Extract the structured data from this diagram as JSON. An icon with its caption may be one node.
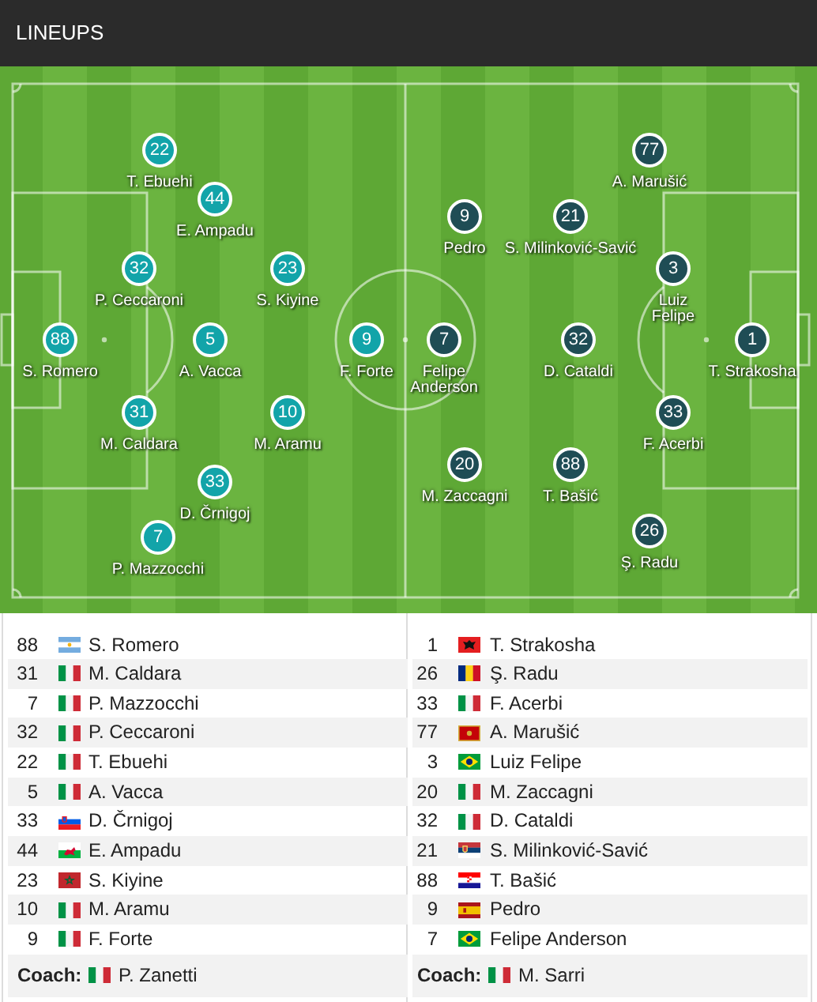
{
  "diagram": {
    "title": "LINEUPS",
    "nodes": [
      {
        "text": [
          "22"
        ],
        "beside": [
          "T. Ebuehi"
        ]
      },
      {
        "text": [
          "77"
        ],
        "beside": [
          "A. Marušić"
        ]
      },
      {
        "text": [
          "44"
        ],
        "beside": [
          "E. Ampadu"
        ]
      },
      {
        "text": [
          "9"
        ],
        "beside": [
          "Pedro"
        ]
      },
      {
        "text": [
          "21"
        ],
        "beside": [
          "S. Milinković-Savić"
        ]
      },
      {
        "text": [
          "32"
        ],
        "beside": [
          "P. Ceccaroni"
        ]
      },
      {
        "text": [
          "23"
        ],
        "beside": [
          "S. Kiyine"
        ]
      },
      {
        "text": [
          "3"
        ],
        "beside": [
          "Luiz Felipe"
        ]
      },
      {
        "text": [
          "88"
        ],
        "beside": [
          "S. Romero"
        ]
      },
      {
        "text": [
          "5"
        ],
        "beside": [
          "A. Vacca"
        ]
      },
      {
        "text": [
          "9"
        ],
        "beside": [
          "F. Forte"
        ]
      },
      {
        "text": [
          "7"
        ],
        "beside": [
          "Felipe Anderson"
        ]
      },
      {
        "text": [
          "32"
        ],
        "beside": [
          "D. Cataldi"
        ]
      },
      {
        "text": [
          "1"
        ],
        "beside": [
          "T. Strakosha"
        ]
      },
      {
        "text": [
          "31"
        ],
        "beside": [
          "M. Caldara"
        ]
      },
      {
        "text": [
          "10"
        ],
        "beside": [
          "M. Aramu"
        ]
      },
      {
        "text": [
          "33"
        ],
        "beside": [
          "F. Acerbi"
        ]
      },
      {
        "text": [
          "20"
        ],
        "beside": [
          "M. Zaccagni"
        ]
      },
      {
        "text": [
          "88"
        ],
        "beside": [
          "T. Bašić"
        ]
      },
      {
        "text": [
          "33"
        ],
        "beside": [
          "D. Črnigoj"
        ]
      },
      {
        "text": [
          "7"
        ],
        "beside": [
          "P. Mazzocchi"
        ]
      },
      {
        "text": [
          "26"
        ],
        "beside": [
          "Ş. Radu"
        ]
      }
    ],
    "labels": [
      "88",
      "S. Romero",
      "1",
      "T. Strakosha",
      "31",
      "M. Caldara",
      "26",
      "Ş. Radu",
      "7",
      "P. Mazzocchi",
      "33",
      "F. Acerbi",
      "32",
      "P. Ceccaroni",
      "77",
      "A. Marušić",
      "22",
      "T. Ebuehi",
      "3",
      "Luiz Felipe",
      "5",
      "A. Vacca",
      "20",
      "M. Zaccagni",
      "33",
      "D. Črnigoj",
      "32",
      "D. Cataldi",
      "44",
      "E. Ampadu",
      "21",
      "S. Milinković-Savić",
      "23",
      "S. Kiyine",
      "88",
      "T. Bašić",
      "10",
      "M. Aramu",
      "9",
      "Pedro",
      "9",
      "F. Forte",
      "7",
      "Felipe Anderson",
      "Coach:",
      "P. Zanetti",
      "Coach:",
      "M. Sarri"
    ]
  }
}
